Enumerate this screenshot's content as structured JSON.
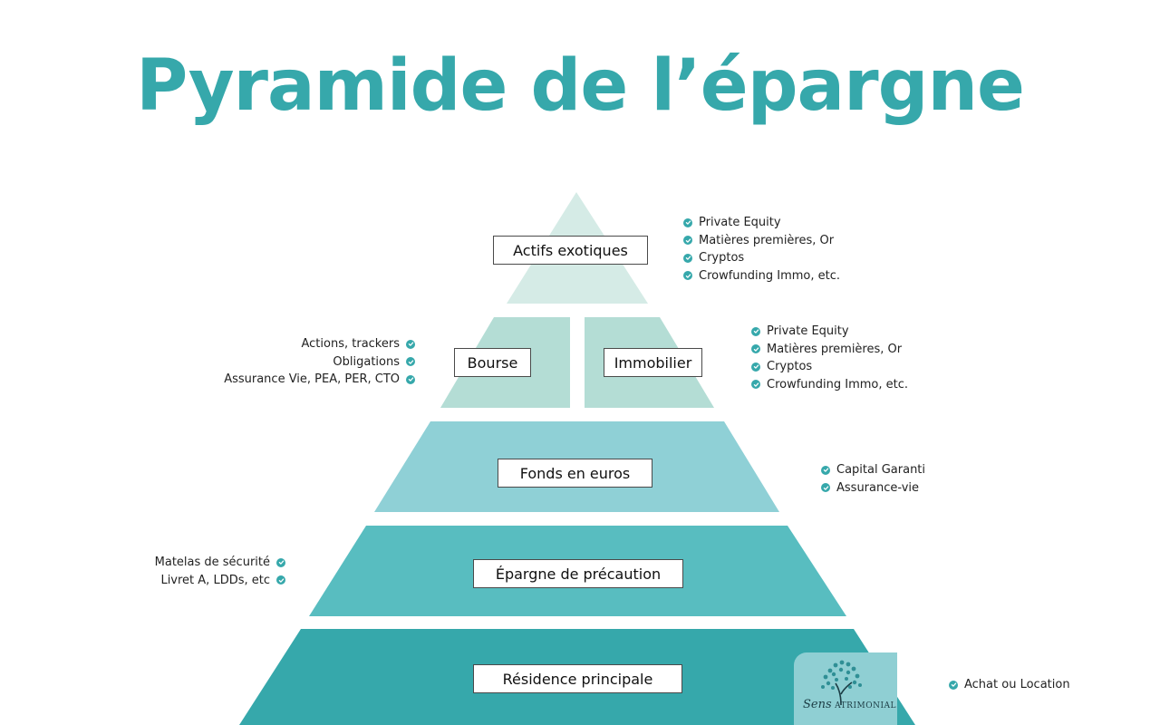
{
  "title": "Pyramide de l’épargne",
  "colors": {
    "accent": "#36a8ab",
    "tier1": "#d5ebe6",
    "tier2": "#b4ddd5",
    "tier3": "#8fd0d6",
    "tier4": "#58bdc0",
    "tier5": "#36a8ab",
    "logo_bg": "#8fcfd3"
  },
  "tiers": {
    "top": {
      "label": "Actifs exotiques"
    },
    "bourse": {
      "label": "Bourse"
    },
    "immobilier": {
      "label": "Immobilier"
    },
    "fonds": {
      "label": "Fonds en euros"
    },
    "precaution": {
      "label": "Épargne de précaution"
    },
    "residence": {
      "label": "Résidence principale"
    }
  },
  "lists": {
    "top": [
      "Private Equity",
      "Matières premières, Or",
      "Cryptos",
      "Crowfunding Immo, etc."
    ],
    "bourse": [
      "Actions, trackers",
      "Obligations",
      "Assurance Vie, PEA, PER, CTO"
    ],
    "immobilier": [
      "Private Equity",
      "Matières premières, Or",
      "Cryptos",
      "Crowfunding Immo, etc."
    ],
    "fonds": [
      "Capital Garanti",
      "Assurance-vie"
    ],
    "precaution": [
      "Matelas de sécurité",
      "Livret A, LDDs, etc"
    ],
    "residence": [
      "Achat ou Location"
    ]
  },
  "icons": {
    "check": "check-circle-icon",
    "logo": "tree-icon"
  },
  "logo": {
    "word1": "Sens",
    "word2": "ATRIMONIAL"
  }
}
